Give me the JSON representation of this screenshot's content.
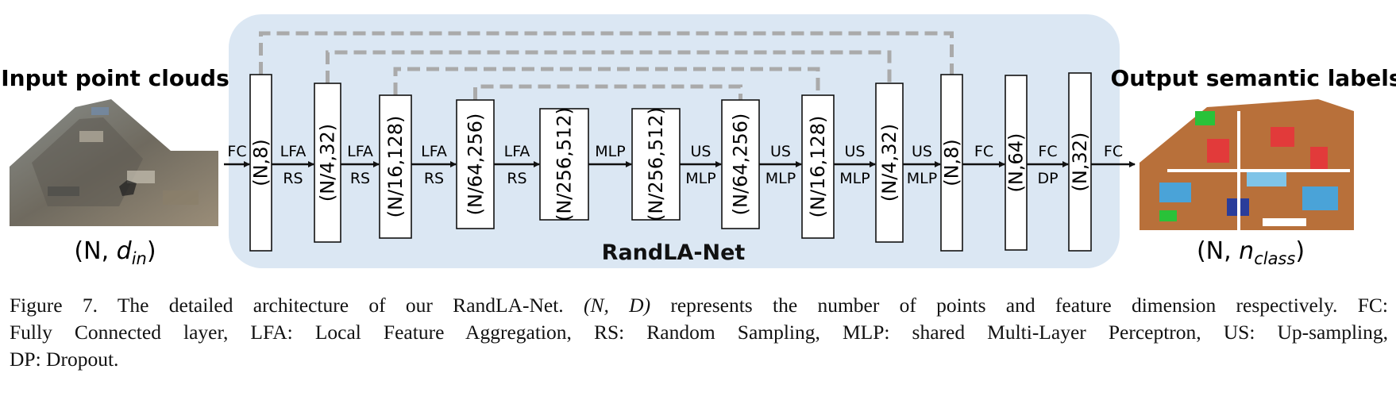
{
  "diagram": {
    "title": "RandLA-Net",
    "input": {
      "label": "Input point clouds",
      "shape_prefix": "(N, ",
      "shape_var": "d",
      "shape_sub": "in",
      "shape_suffix": ")"
    },
    "output": {
      "label": "Output semantic labels",
      "shape_prefix": "(N, ",
      "shape_var": "n",
      "shape_sub": "class",
      "shape_suffix": ")"
    },
    "layers": [
      "(N,8)",
      "(N/4,32)",
      "(N/16,128)",
      "(N/64,256)",
      "(N/256,512)",
      "(N/256,512)",
      "(N/64,256)",
      "(N/16,128)",
      "(N/4,32)",
      "(N,8)",
      "(N,64)",
      "(N,32)"
    ],
    "connections": [
      {
        "top": "FC",
        "bottom": ""
      },
      {
        "top": "LFA",
        "bottom": "RS"
      },
      {
        "top": "LFA",
        "bottom": "RS"
      },
      {
        "top": "LFA",
        "bottom": "RS"
      },
      {
        "top": "LFA",
        "bottom": "RS"
      },
      {
        "top": "MLP",
        "bottom": ""
      },
      {
        "top": "US",
        "bottom": "MLP"
      },
      {
        "top": "US",
        "bottom": "MLP"
      },
      {
        "top": "US",
        "bottom": "MLP"
      },
      {
        "top": "US",
        "bottom": "MLP"
      },
      {
        "top": "FC",
        "bottom": ""
      },
      {
        "top": "FC",
        "bottom": "DP"
      },
      {
        "top": "FC",
        "bottom": ""
      }
    ],
    "skip_connections": [
      [
        0,
        9
      ],
      [
        1,
        8
      ],
      [
        2,
        7
      ],
      [
        3,
        6
      ]
    ],
    "colors": {
      "panel": "#dbe7f3",
      "skip": "#aaaaaa",
      "arrow": "#111111",
      "box_fill": "#ffffff",
      "box_stroke": "#111111"
    }
  },
  "caption": {
    "line1_a": "Figure 7. The detailed architecture of our RandLA-Net. ",
    "line1_math": "(N, D)",
    "line1_b": " represents the number of points and feature dimension respectively. FC:",
    "line2": "Fully Connected layer, LFA: Local Feature Aggregation, RS: Random Sampling, MLP: shared Multi-Layer Perceptron, US: Up-sampling,",
    "line3": "DP: Dropout."
  }
}
